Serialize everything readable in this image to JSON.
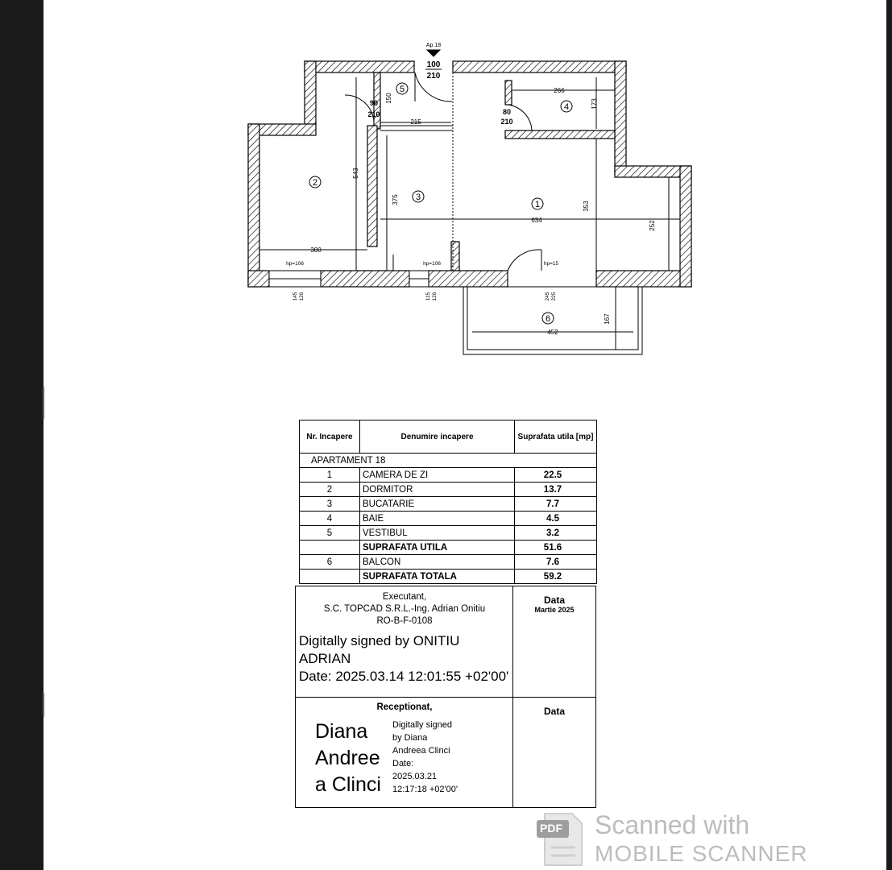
{
  "plan": {
    "entrance": {
      "apartment": "Ap.18",
      "door_width": "100",
      "door_height": "210"
    },
    "room_numbers": [
      "1",
      "2",
      "3",
      "4",
      "5",
      "6"
    ],
    "dimensions": {
      "d_300": "300",
      "d_543": "543",
      "d_375": "375",
      "d_634": "634",
      "d_353": "353",
      "d_252": "252",
      "d_266": "266",
      "d_173": "173",
      "d_215": "215",
      "d_150": "150",
      "d_452": "452",
      "d_167": "167",
      "door_90": "90",
      "door_90_h": "210",
      "door_80": "80",
      "door_80_h": "210",
      "hp_1": "hp=106",
      "hp_2": "hp=106",
      "hp_3": "hp=15",
      "win_1a": "145",
      "win_1b": "126",
      "win_2a": "115",
      "win_2b": "126",
      "win_3a": "245",
      "win_3b": "225"
    }
  },
  "table": {
    "header_nr": "Nr. Incapere",
    "header_denumire": "Denumire incapere",
    "header_suprafata": "Suprafata utila [mp]",
    "apartment_label": "APARTAMENT 18",
    "rows": [
      {
        "nr": "1",
        "name": "CAMERA DE ZI",
        "area": "22.5"
      },
      {
        "nr": "2",
        "name": "DORMITOR",
        "area": "13.7"
      },
      {
        "nr": "3",
        "name": "BUCATARIE",
        "area": "7.7"
      },
      {
        "nr": "4",
        "name": "BAIE",
        "area": "4.5"
      },
      {
        "nr": "5",
        "name": "VESTIBUL",
        "area": "3.2"
      }
    ],
    "useful_total_label": "SUPRAFATA UTILA",
    "useful_total": "51.6",
    "balcony": {
      "nr": "6",
      "name": "BALCON",
      "area": "7.6"
    },
    "grand_total_label": "SUPRAFATA TOTALA",
    "grand_total": "59.2"
  },
  "executant": {
    "title": "Executant,",
    "company": "S.C. TOPCAD S.R.L.-Ing. Adrian Onitiu",
    "code": "RO-B-F-0108",
    "date_label": "Data",
    "date_value": "Martie 2025",
    "signature_lines": [
      "Digitally signed by ONITIU",
      "ADRIAN",
      "Date: 2025.03.14 12:01:55 +02'00'"
    ]
  },
  "receptionat": {
    "title": "Receptionat,",
    "date_label": "Data",
    "signer_big": [
      "Diana",
      "Andree",
      "a Clinci"
    ],
    "signer_small": [
      "Digitally signed",
      "by Diana",
      "Andreea Clinci",
      "Date:",
      "2025.03.21",
      "12:17:18 +02'00'"
    ]
  },
  "watermark": {
    "line1": "Scanned with",
    "line2": "MOBILE SCANNER",
    "badge": "PDF"
  }
}
